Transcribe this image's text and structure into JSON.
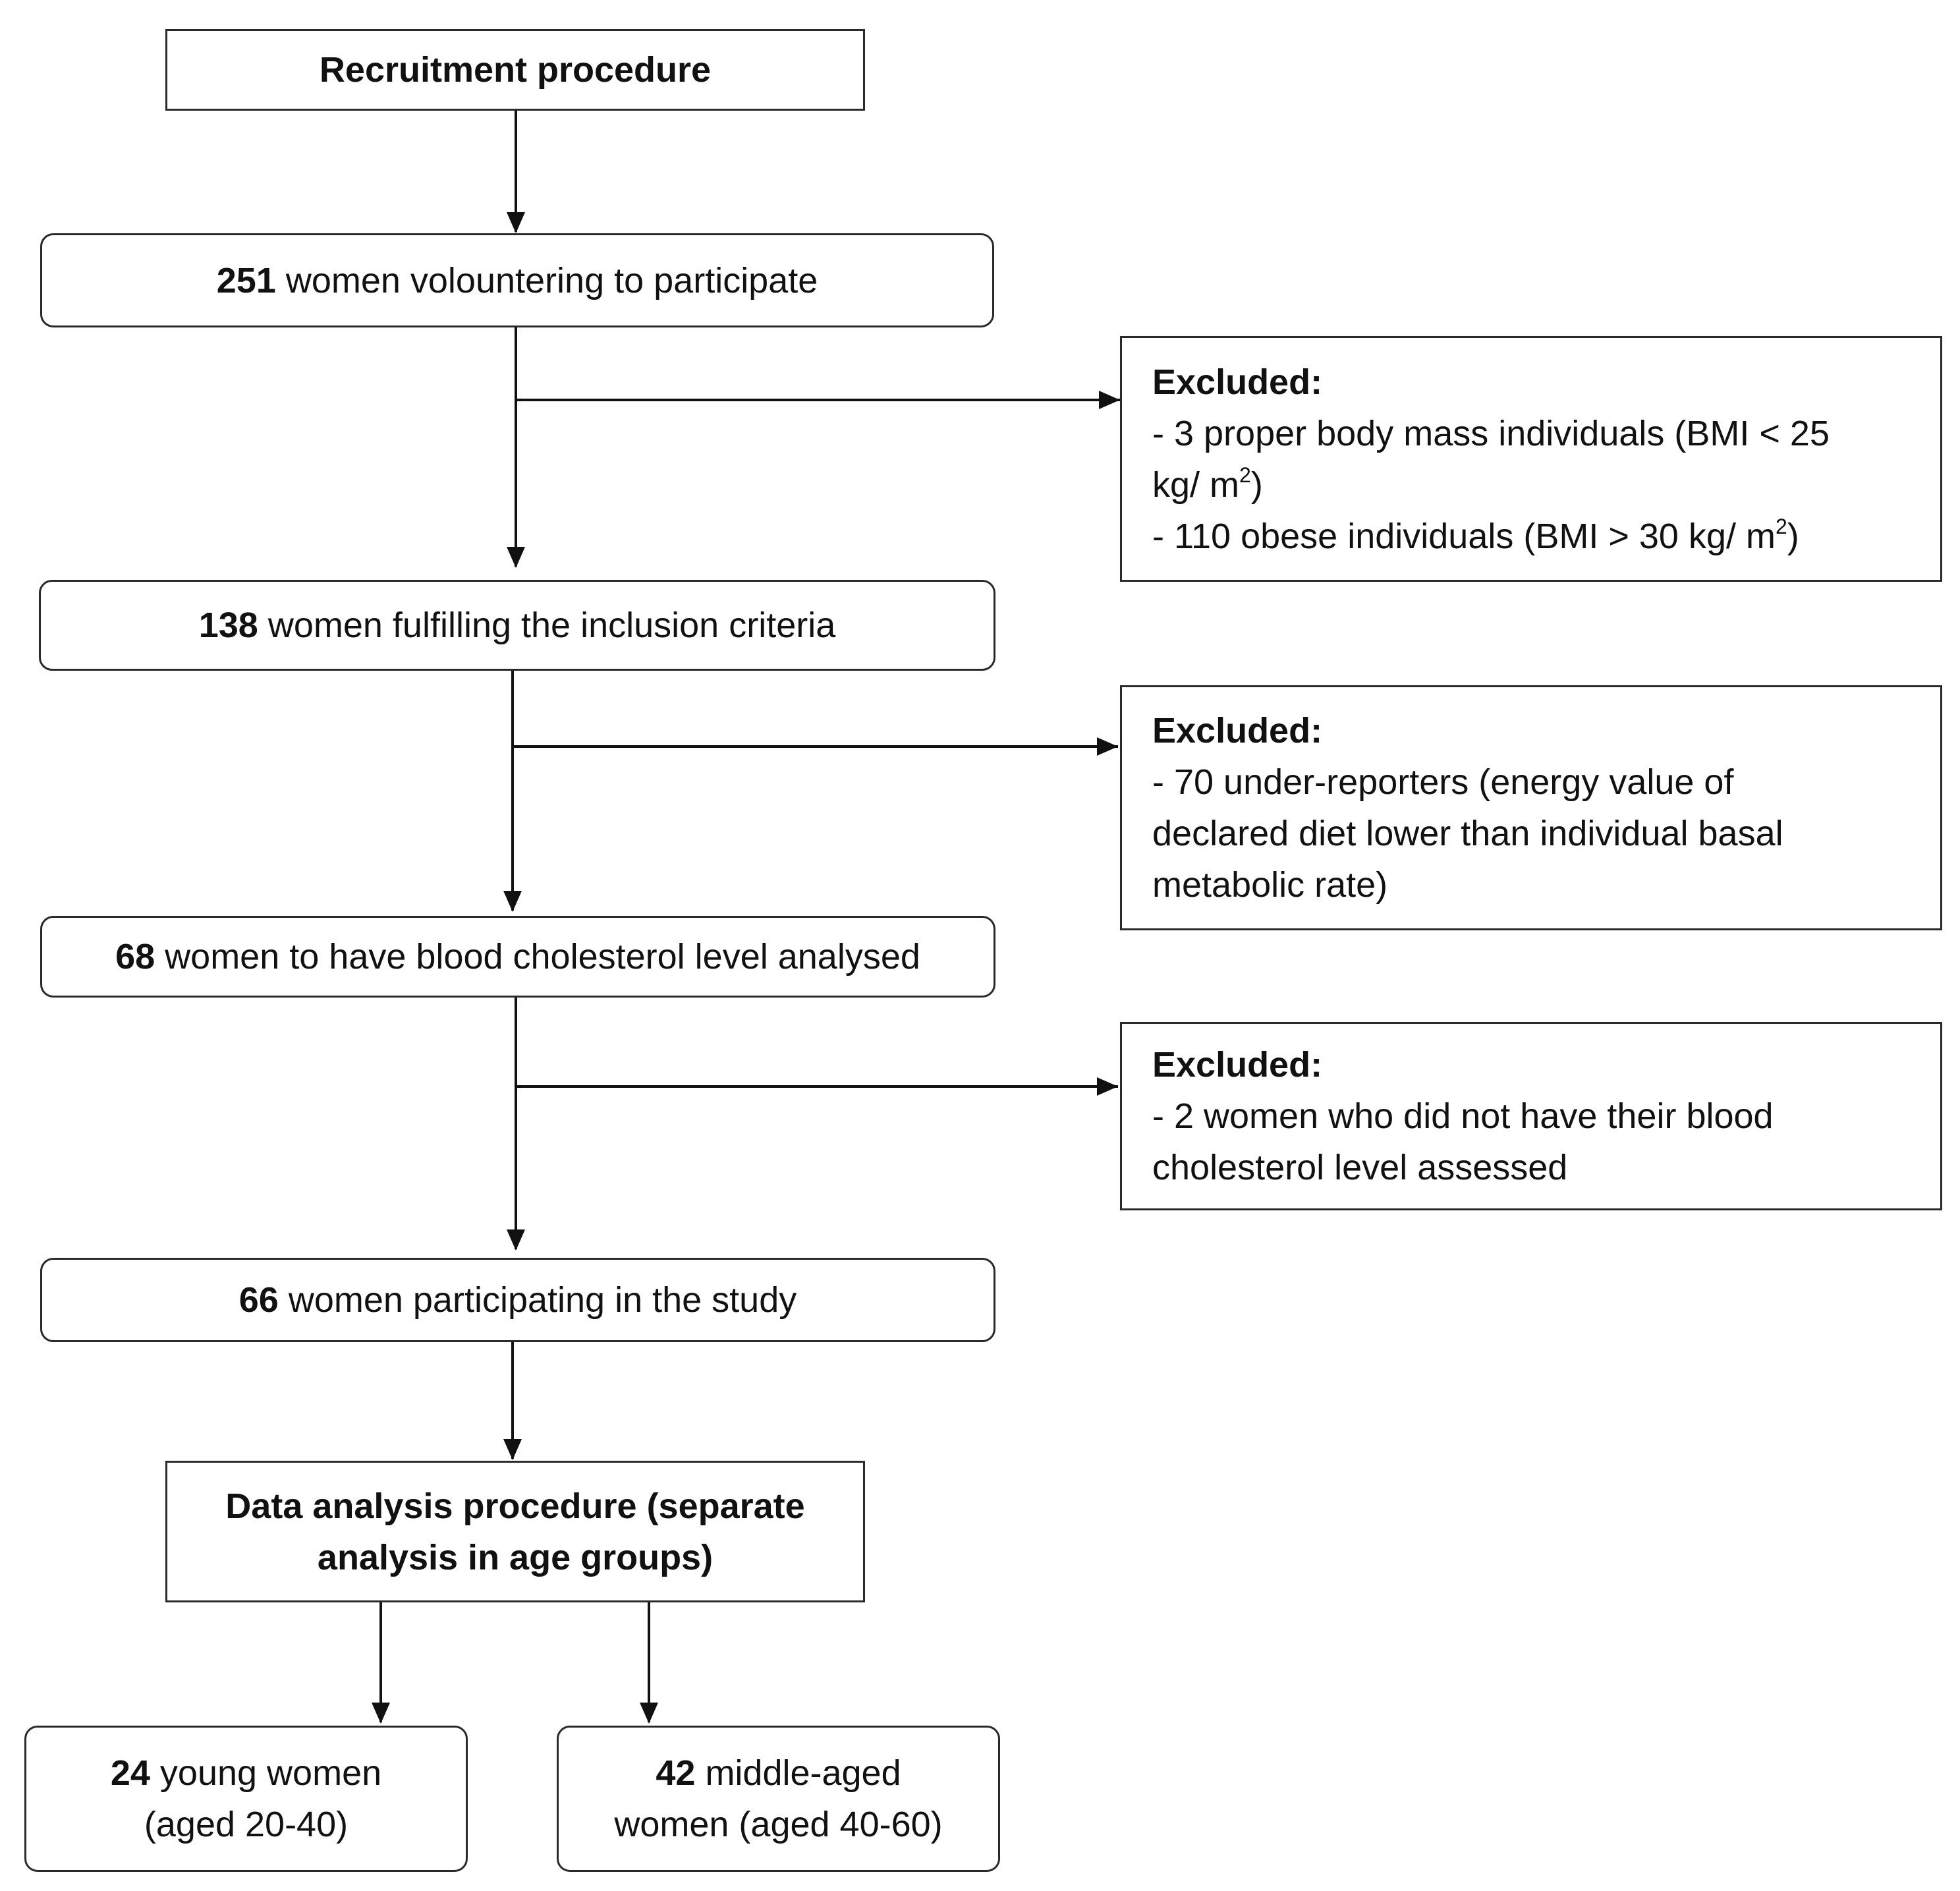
{
  "recruitment": {
    "label": "Recruitment procedure"
  },
  "step1": {
    "count": "251",
    "text": " women volountering to participate"
  },
  "exclusion1": {
    "heading": "Excluded:",
    "line1": "- 3 proper body mass individuals (BMI < 25",
    "line2_pre": "kg/ m",
    "line2_sup": "2",
    "line2_post": ")",
    "line3_pre": "- 110 obese individuals (BMI > 30 kg/ m",
    "line3_sup": "2",
    "line3_post": ")"
  },
  "step2": {
    "count": "138",
    "text": " women fulfilling the inclusion criteria"
  },
  "exclusion2": {
    "heading": "Excluded:",
    "line1": "- 70 under-reporters (energy value of",
    "line2": "declared diet lower than individual basal",
    "line3": "metabolic rate)"
  },
  "step3": {
    "count": "68",
    "text": " women to have blood cholesterol level analysed"
  },
  "exclusion3": {
    "heading": "Excluded:",
    "line1": "- 2 women who did not have their blood",
    "line2": "cholesterol level assessed"
  },
  "step4": {
    "count": "66",
    "text": " women participating in the study"
  },
  "analysis": {
    "line1": "Data analysis procedure (separate",
    "line2": "analysis in age groups)"
  },
  "young": {
    "count": "24",
    "text": " young women",
    "line2": "(aged 20-40)"
  },
  "middle": {
    "count": "42",
    "text": " middle-aged",
    "line2": "women (aged 40-60)"
  }
}
